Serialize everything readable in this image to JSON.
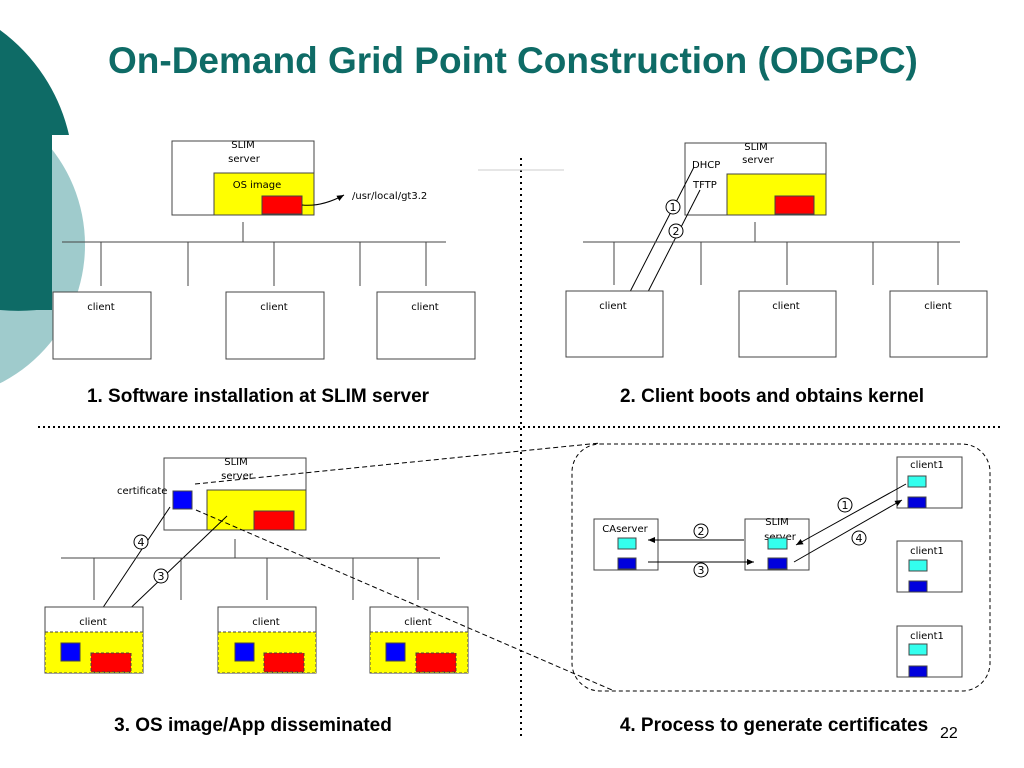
{
  "slide": {
    "title": "On-Demand Grid Point Construction (ODGPC)",
    "page_number": "22",
    "colors": {
      "accent_dark": "#0e6b66",
      "accent_light": "#9fcbcc",
      "os_image": "#ffff00",
      "app": "#ff0000",
      "certificate": "#0000ff",
      "key": "#33ffee"
    }
  },
  "panels": [
    {
      "caption": "1. Software installation at SLIM server",
      "server_label": [
        "SLIM",
        "server"
      ],
      "os_image_label": "OS image",
      "path_label": "/usr/local/gt3.2",
      "clients": [
        "client",
        "client",
        "client"
      ]
    },
    {
      "caption": "2. Client boots and obtains kernel",
      "server_label": [
        "SLIM",
        "server"
      ],
      "protocols": [
        "DHCP",
        "TFTP"
      ],
      "steps": [
        "1",
        "2"
      ],
      "clients": [
        "client",
        "client",
        "client"
      ]
    },
    {
      "caption": "3. OS image/App disseminated",
      "server_label": [
        "SLIM",
        "server"
      ],
      "certificate_label": "certificate",
      "steps": [
        "4",
        "3"
      ],
      "clients": [
        "client",
        "client",
        "client"
      ]
    },
    {
      "caption": "4. Process to generate certificates",
      "ca_label": "CAserver",
      "server_label": [
        "SLIM",
        "server"
      ],
      "steps": [
        "1",
        "2",
        "3",
        "4"
      ],
      "clients": [
        "client1",
        "client1",
        "client1"
      ]
    }
  ]
}
